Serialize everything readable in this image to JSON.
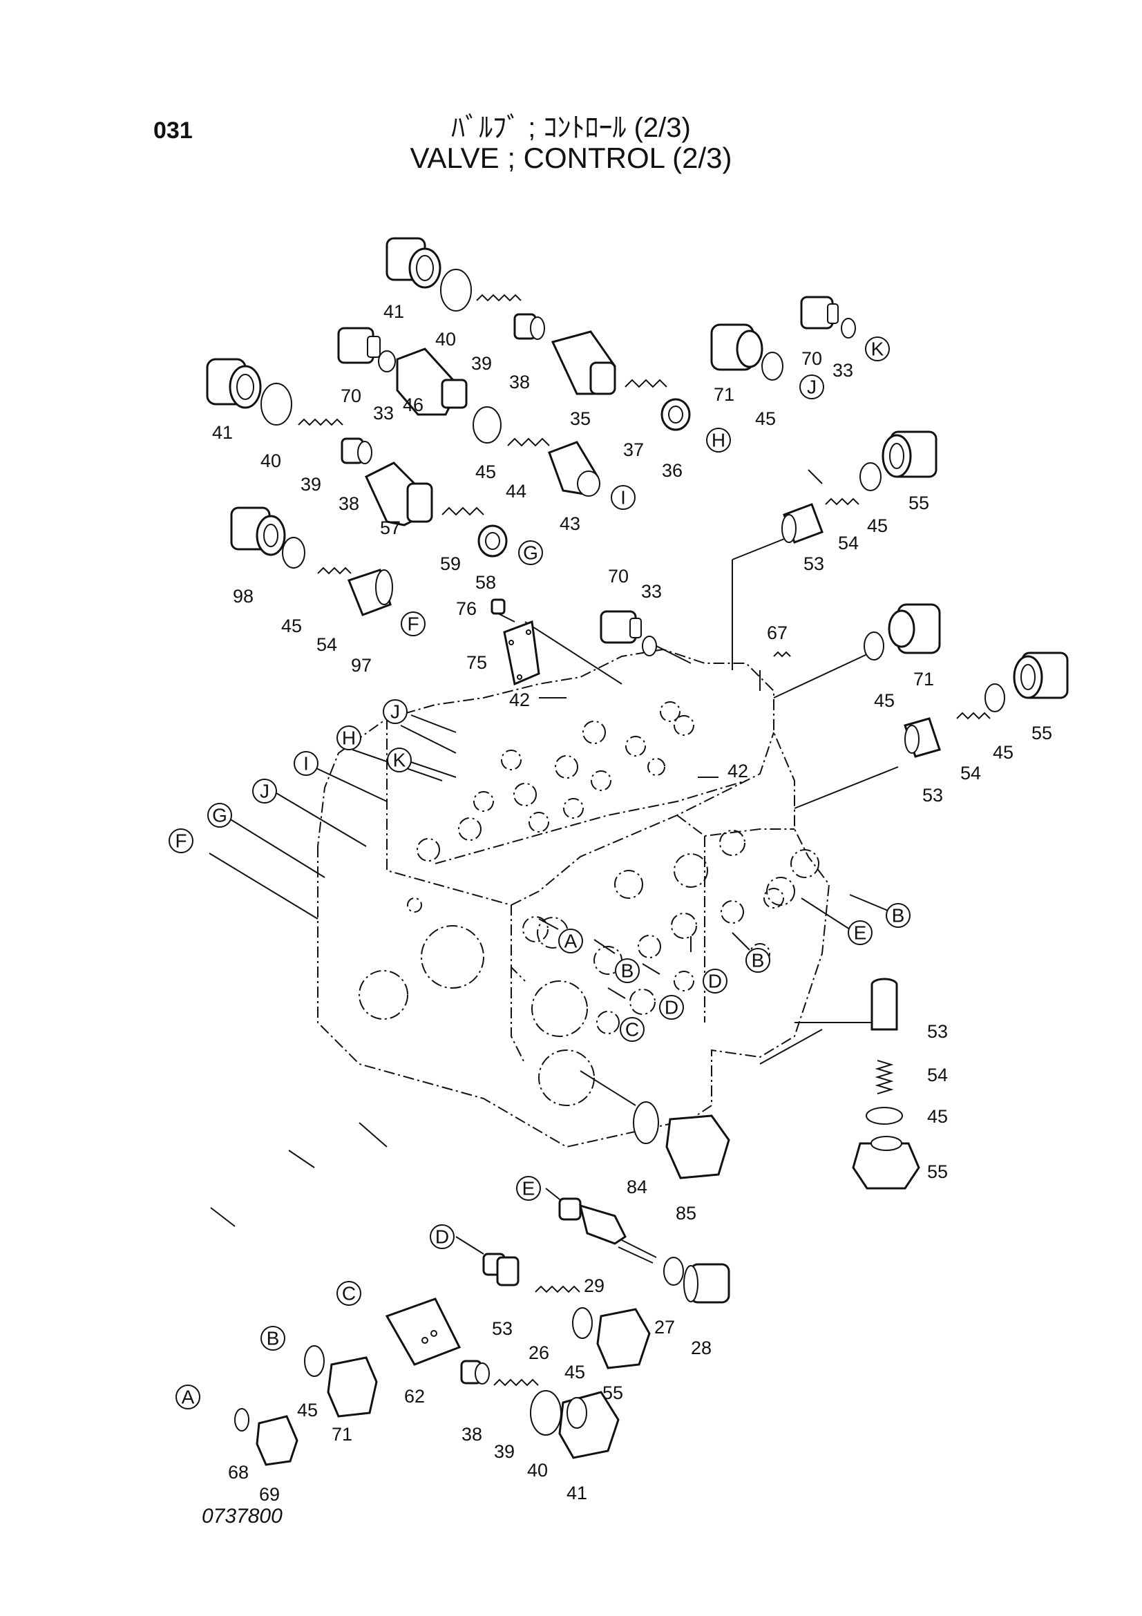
{
  "header": {
    "page_number": "031",
    "title_jp": "ﾊﾞﾙﾌﾞ ; ｺﾝﾄﾛｰﾙ (2/3)",
    "title_en": "VALVE ; CONTROL (2/3)"
  },
  "footer": {
    "drawing_number": "0737800"
  },
  "part_labels": [
    "41",
    "40",
    "39",
    "38",
    "35",
    "37",
    "36",
    "70",
    "33",
    "71",
    "45",
    "46",
    "44",
    "43",
    "57",
    "59",
    "58",
    "98",
    "54",
    "97",
    "55",
    "53",
    "76",
    "75",
    "42",
    "67",
    "84",
    "85",
    "29",
    "27",
    "28",
    "26",
    "62",
    "69",
    "68"
  ],
  "reference_letters": [
    "A",
    "B",
    "C",
    "D",
    "E",
    "F",
    "G",
    "H",
    "I",
    "J",
    "K"
  ]
}
